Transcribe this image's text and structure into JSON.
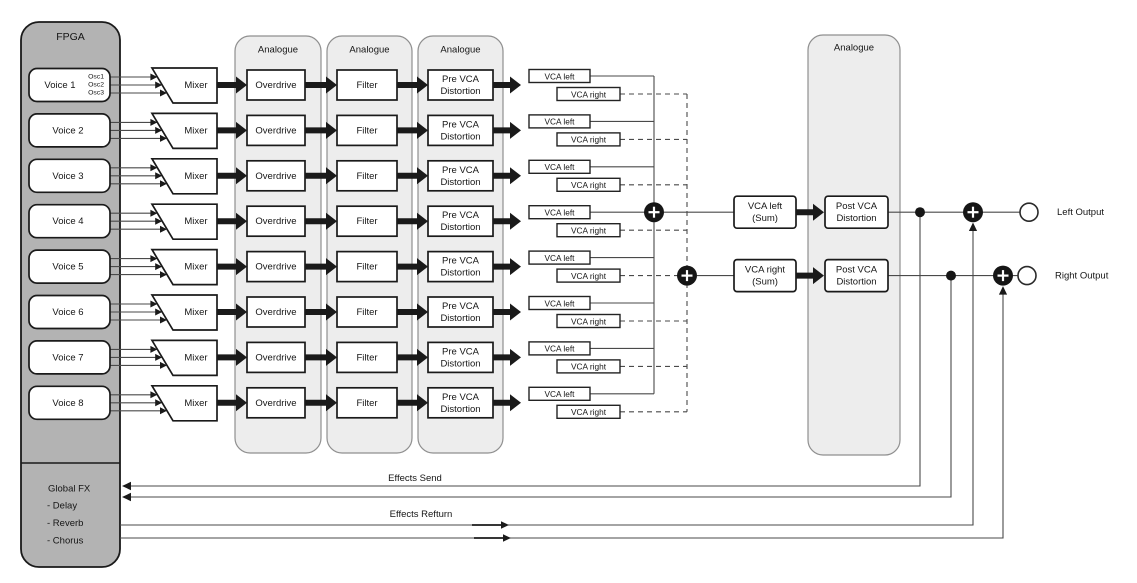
{
  "colors": {
    "fpga_fill": "#b3b3b3",
    "analogue_column_fill": "#ededed",
    "box_fill": "#ffffff",
    "outline": "#1a1a1a",
    "wire": "#4a4a4a"
  },
  "fpga": {
    "label": "FPGA",
    "global_fx": {
      "title": "Global FX",
      "items": [
        "- Delay",
        "- Reverb",
        "- Chorus"
      ]
    }
  },
  "voices": [
    {
      "label": "Voice 1",
      "oscs": [
        "Osc1",
        "Osc2",
        "Osc3"
      ]
    },
    {
      "label": "Voice 2"
    },
    {
      "label": "Voice 3"
    },
    {
      "label": "Voice 4"
    },
    {
      "label": "Voice 5"
    },
    {
      "label": "Voice 6"
    },
    {
      "label": "Voice 7"
    },
    {
      "label": "Voice 8"
    }
  ],
  "row_labels": {
    "mixer": "Mixer",
    "overdrive": "Overdrive",
    "filter": "Filter",
    "pre_vca": [
      "Pre VCA",
      "Distortion"
    ],
    "vca_left": "VCA left",
    "vca_right": "VCA right"
  },
  "columns": {
    "analogue_label": "Analogue"
  },
  "sum_section": {
    "vca_left_sum": [
      "VCA left",
      "(Sum)"
    ],
    "vca_right_sum": [
      "VCA right",
      "(Sum)"
    ],
    "post_vca": [
      "Post VCA",
      "Distortion"
    ]
  },
  "outputs": {
    "left": "Left Output",
    "right": "Right Output"
  },
  "effects": {
    "send_label": "Effects Send",
    "return_label": "Effects Refturn"
  }
}
